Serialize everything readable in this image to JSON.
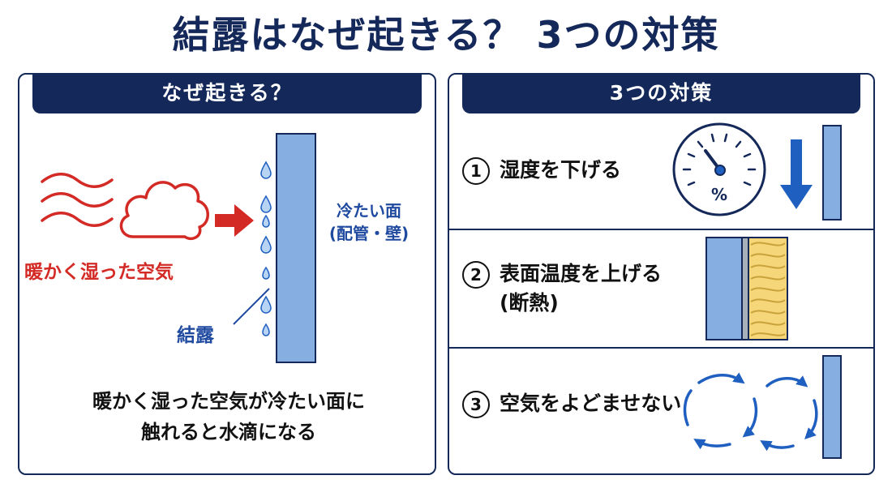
{
  "title": "結露はなぜ起きる？ 3つの対策",
  "left_panel": {
    "header": "なぜ起きる？",
    "warm_air_label": "暖かく湿った空気",
    "cold_surface_label_line1": "冷たい面",
    "cold_surface_label_line2": "(配管・壁)",
    "condensation_label": "結露",
    "summary_line1": "暖かく湿った空気が冷たい面に",
    "summary_line2": "触れると水滴になる"
  },
  "right_panel": {
    "header": "3つの対策",
    "measures": [
      {
        "number": "1",
        "label": "湿度を下げる",
        "gauge_unit": "%"
      },
      {
        "number": "2",
        "label_line1": "表面温度を上げる",
        "label_line2": "(断熱)"
      },
      {
        "number": "3",
        "label": "空気をよどませない"
      }
    ]
  },
  "colors": {
    "navy": "#14285a",
    "red": "#d42a25",
    "blue_text": "#1f4aa0",
    "wall_blue": "#86aee0",
    "insulation_yellow": "#f5d77a",
    "arrow_blue": "#1f5fc0"
  },
  "icons": {
    "wavy_lines": "heat-wave-icon",
    "cloud": "cloud-icon",
    "arrow": "right-arrow-icon",
    "droplets": "water-droplet-icon",
    "gauge": "humidity-gauge-icon",
    "down_arrow": "down-arrow-icon",
    "insulation": "insulation-icon",
    "circulation": "air-circulation-icon"
  }
}
